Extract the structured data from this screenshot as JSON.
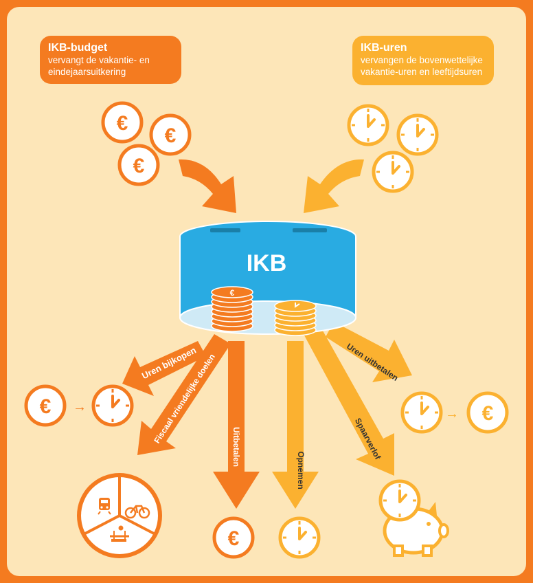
{
  "budget_box": {
    "title": "IKB-budget",
    "subtitle_line1": "vervangt de vakantie- en",
    "subtitle_line2": "eindejaarsuitkering"
  },
  "uren_box": {
    "title": "IKB-uren",
    "subtitle_line1": "vervangen de bovenwettelijke",
    "subtitle_line2": "vakantie-uren en leeftijdsuren"
  },
  "pot": {
    "logo": "IKB"
  },
  "flows": {
    "uren_bijkopen": "Uren bijkopen",
    "fiscaal": "Fiscaal vriendelijke doelen",
    "uitbetalen": "Uitbetalen",
    "opnemen": "Opnemen",
    "spaarverlof": "Spaarverlof",
    "uren_uitbetalen": "Uren uitbetalen"
  },
  "symbols": {
    "euro": "€",
    "arrow": "→"
  },
  "colors": {
    "orange": "#f47b20",
    "yellow": "#fbb130",
    "background": "#fde6b8",
    "pot_blue": "#29abe2"
  },
  "icons": [
    "euro-coin-icon",
    "clock-icon",
    "train-icon",
    "bicycle-icon",
    "gym-icon",
    "piggy-bank-icon"
  ]
}
